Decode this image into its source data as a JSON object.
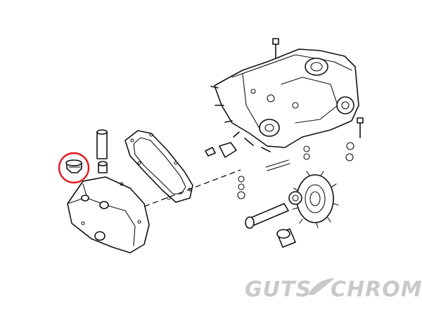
{
  "diagram": {
    "type": "exploded-parts-diagram",
    "highlight": {
      "color": "#e0191f",
      "target": "drain-plug"
    }
  },
  "watermark": {
    "left": "GUTS",
    "right": "CHROME",
    "color": "#c9c9c9"
  }
}
